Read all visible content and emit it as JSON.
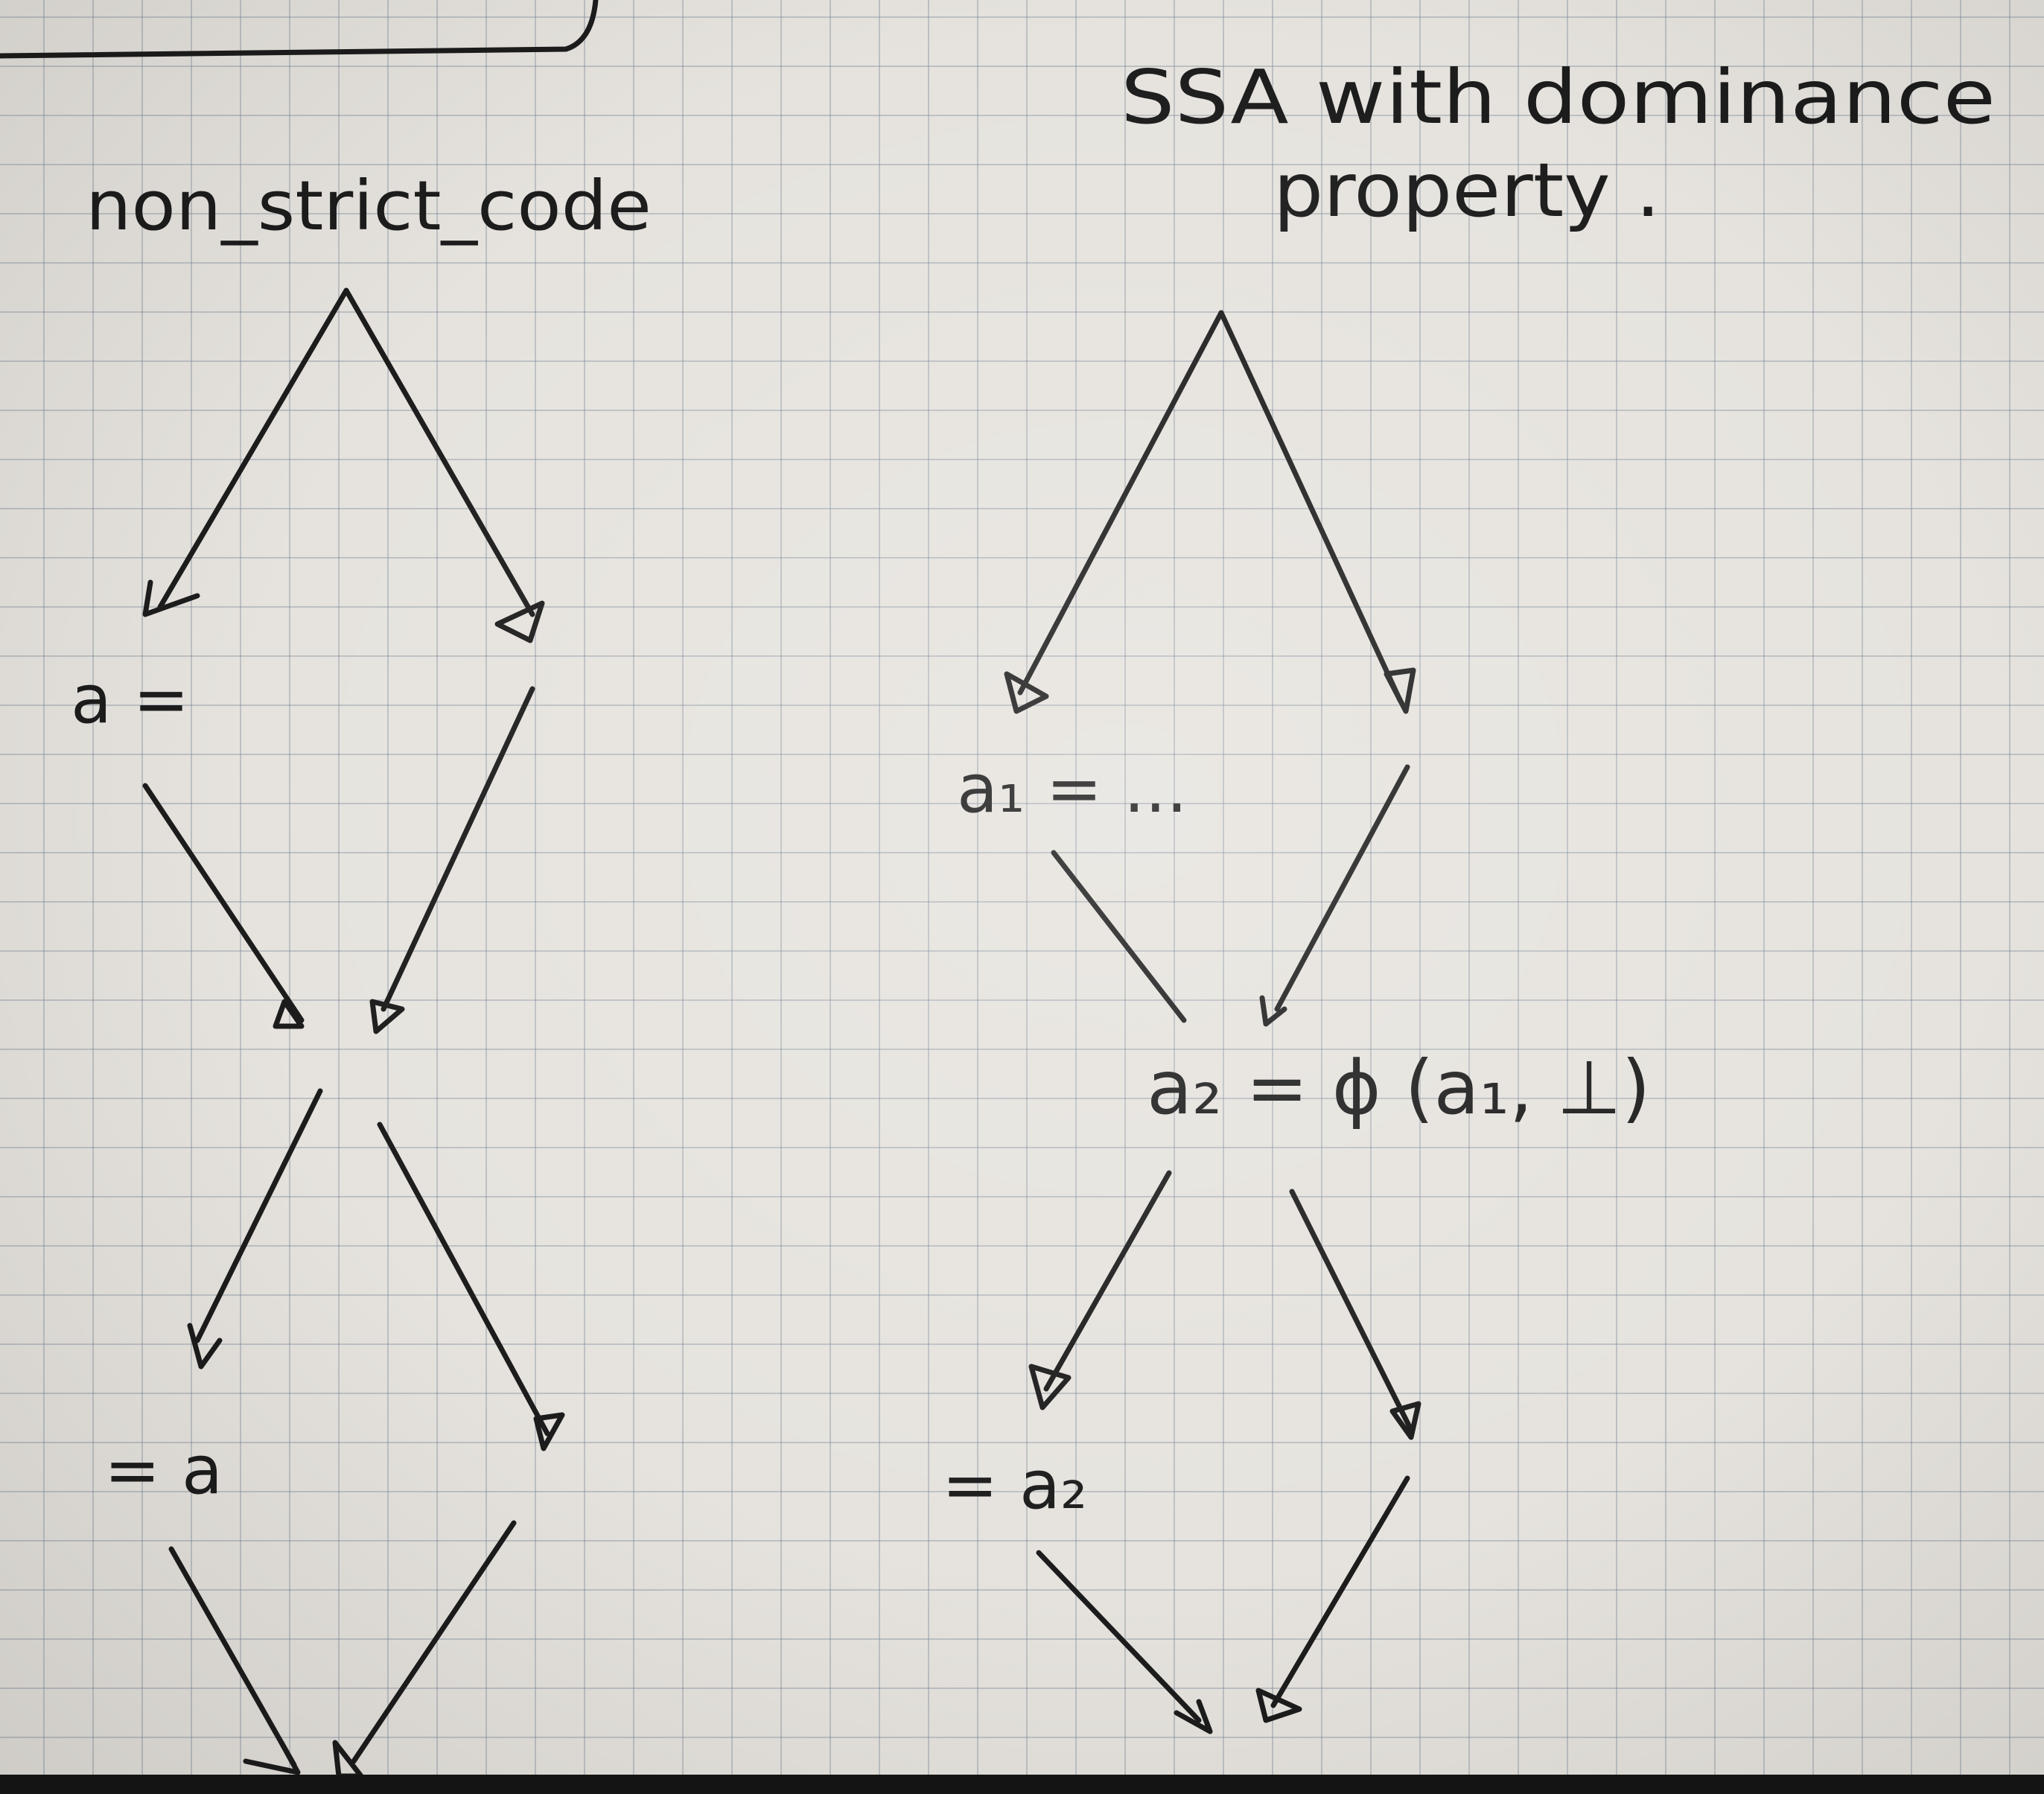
{
  "left_diagram": {
    "title": "non_strict_code",
    "def_label": "a =",
    "use_label": "= a"
  },
  "right_diagram": {
    "title_line1": "SSA with dominance",
    "title_line2": "property .",
    "def_label": "a₁ = ...",
    "phi_label": "a₂ = ϕ (a₁, ⊥)",
    "use_label": "= a₂"
  },
  "colors": {
    "paper": "#e6e3de",
    "grid": "#788796",
    "ink": "#1c1c1c"
  }
}
